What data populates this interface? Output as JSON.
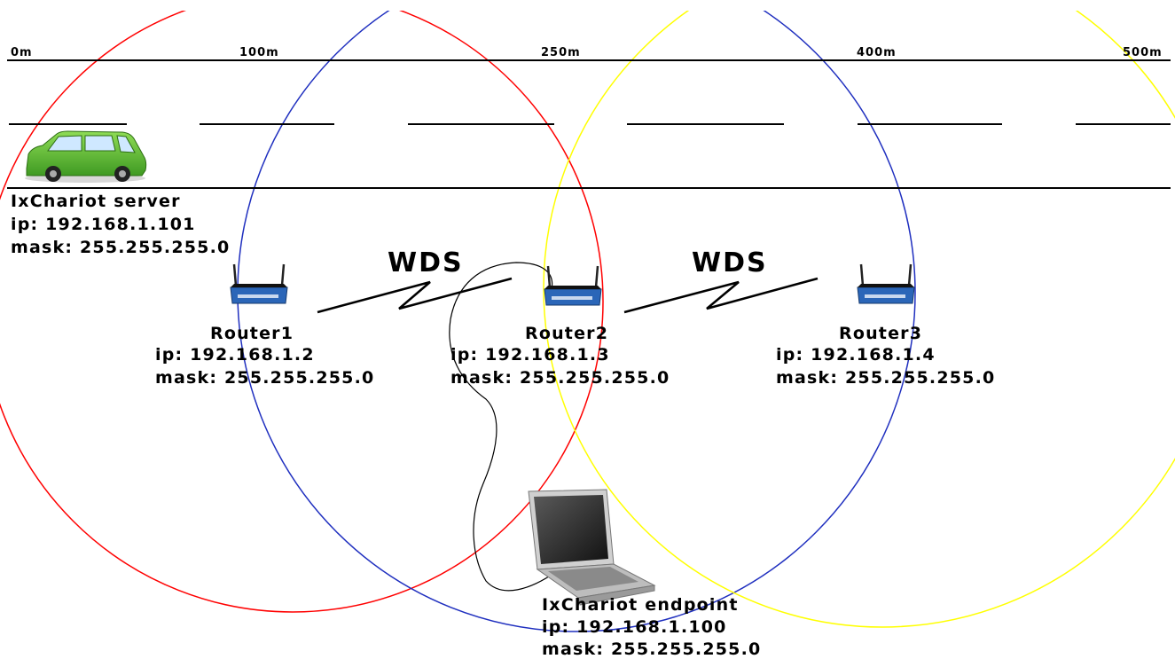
{
  "road": {
    "distance_markers": [
      "0m",
      "100m",
      "250m",
      "400m",
      "500m"
    ]
  },
  "links": {
    "wds_left": "WDS",
    "wds_right": "WDS"
  },
  "server": {
    "name": "IxChariot server",
    "ip": "ip: 192.168.1.101",
    "mask": "mask: 255.255.255.0"
  },
  "routers": [
    {
      "name": "Router1",
      "ip": "ip: 192.168.1.2",
      "mask": "mask: 255.255.255.0"
    },
    {
      "name": "Router2",
      "ip": "ip: 192.168.1.3",
      "mask": "mask: 255.255.255.0"
    },
    {
      "name": "Router3",
      "ip": "ip: 192.168.1.4",
      "mask": "mask: 255.255.255.0"
    }
  ],
  "endpoint": {
    "name": "IxChariot endpoint",
    "ip": "ip: 192.168.1.100",
    "mask": "mask: 255.255.255.0"
  },
  "colors": {
    "router1_range": "#ff0000",
    "router2_range": "#1f2fbf",
    "router3_range": "#ffff00",
    "car": "#6cc63a",
    "router_body": "#2b66b8"
  }
}
